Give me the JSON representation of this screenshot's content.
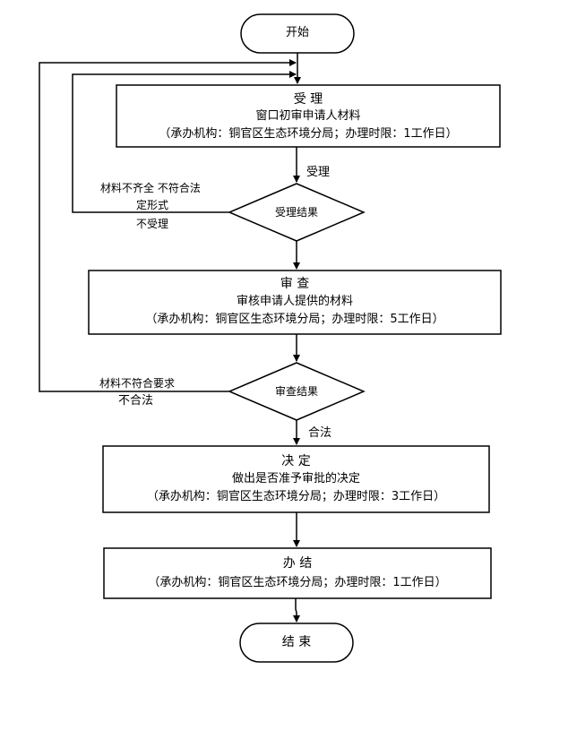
{
  "start": "开始",
  "end": "结 束",
  "steps": {
    "accept": {
      "title": "受    理",
      "desc": "窗口初审申请人材料",
      "info": "（承办机构：铜官区生态环境分局；办理时限：1工作日）"
    },
    "review": {
      "title": "审    查",
      "desc": "审核申请人提供的材料",
      "info": "（承办机构：铜官区生态环境分局；办理时限：5工作日）"
    },
    "decision": {
      "title": "决 定",
      "desc": "做出是否准予审批的决定",
      "info": "（承办机构：铜官区生态环境分局；办理时限：3工作日）"
    },
    "complete": {
      "title": "办 结",
      "info": "（承办机构：铜官区生态环境分局；办理时限：1工作日）"
    }
  },
  "decisions": {
    "accept_result": "受理结果",
    "review_result": "审查结果"
  },
  "edge_labels": {
    "accepted": "受理",
    "incomplete_line1": "材料不齐全 不符合法",
    "incomplete_line2": "定形式",
    "incomplete_line3": "不受理",
    "noncompliant_line1": "材料不符合要求",
    "noncompliant_line2": "不合法",
    "legal": "合法"
  }
}
